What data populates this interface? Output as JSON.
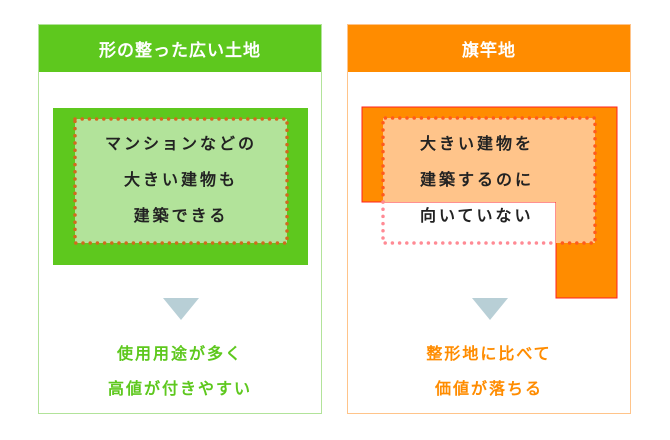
{
  "left": {
    "title": "形の整った広い土地",
    "inner_lines": [
      "マンションなどの",
      "大きい建物も",
      "建築できる"
    ],
    "result_lines": [
      "使用用途が多く",
      "高値が付きやすい"
    ],
    "accent": "#5ec81e"
  },
  "right": {
    "title": "旗竿地",
    "inner_lines": [
      "大きい建物を",
      "建築するのに",
      "向いていない"
    ],
    "result_lines": [
      "整形地に比べて",
      "価値が落ちる"
    ],
    "accent": "#ff8c00"
  }
}
